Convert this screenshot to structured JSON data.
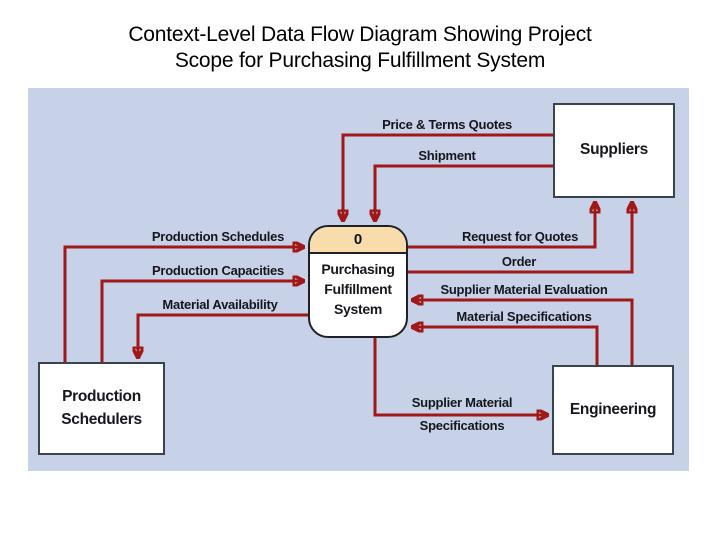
{
  "title": {
    "line1": "Context-Level Data Flow Diagram Showing Project",
    "line2": "Scope for Purchasing Fulfillment System"
  },
  "colors": {
    "diagram_background": "#c7d1e7",
    "flow_arrow": "#a01818",
    "process_header_fill": "#f8dcab",
    "entity_fill": "#ffffff",
    "entity_border": "#3a4350",
    "text": "#15171c"
  },
  "diagram": {
    "process": {
      "number": "0",
      "name": "Purchasing Fulfillment System"
    },
    "entities": {
      "suppliers": {
        "label": "Suppliers"
      },
      "production_schedulers": {
        "label": "Production Schedulers"
      },
      "engineering": {
        "label": "Engineering"
      }
    },
    "flows": {
      "price_terms_quotes": {
        "label": "Price & Terms Quotes",
        "from": "Suppliers",
        "to": "Purchasing Fulfillment System"
      },
      "shipment": {
        "label": "Shipment",
        "from": "Suppliers",
        "to": "Purchasing Fulfillment System"
      },
      "production_schedules": {
        "label": "Production Schedules",
        "from": "Production Schedulers",
        "to": "Purchasing Fulfillment System"
      },
      "production_capacities": {
        "label": "Production Capacities",
        "from": "Production Schedulers",
        "to": "Purchasing Fulfillment System"
      },
      "material_availability": {
        "label": "Material Availability",
        "from": "Purchasing Fulfillment System",
        "to": "Production Schedulers"
      },
      "request_for_quotes": {
        "label": "Request for Quotes",
        "from": "Purchasing Fulfillment System",
        "to": "Suppliers"
      },
      "order": {
        "label": "Order",
        "from": "Purchasing Fulfillment System",
        "to": "Suppliers"
      },
      "supplier_material_evaluation": {
        "label": "Supplier Material Evaluation",
        "from": "Engineering",
        "to": "Purchasing Fulfillment System"
      },
      "material_specifications": {
        "label": "Material Specifications",
        "from": "Engineering",
        "to": "Purchasing Fulfillment System"
      },
      "supplier_material_specifications": {
        "label": "Supplier Material Specifications",
        "line1": "Supplier Material",
        "line2": "Specifications",
        "from": "Purchasing Fulfillment System",
        "to": "Engineering"
      }
    }
  }
}
